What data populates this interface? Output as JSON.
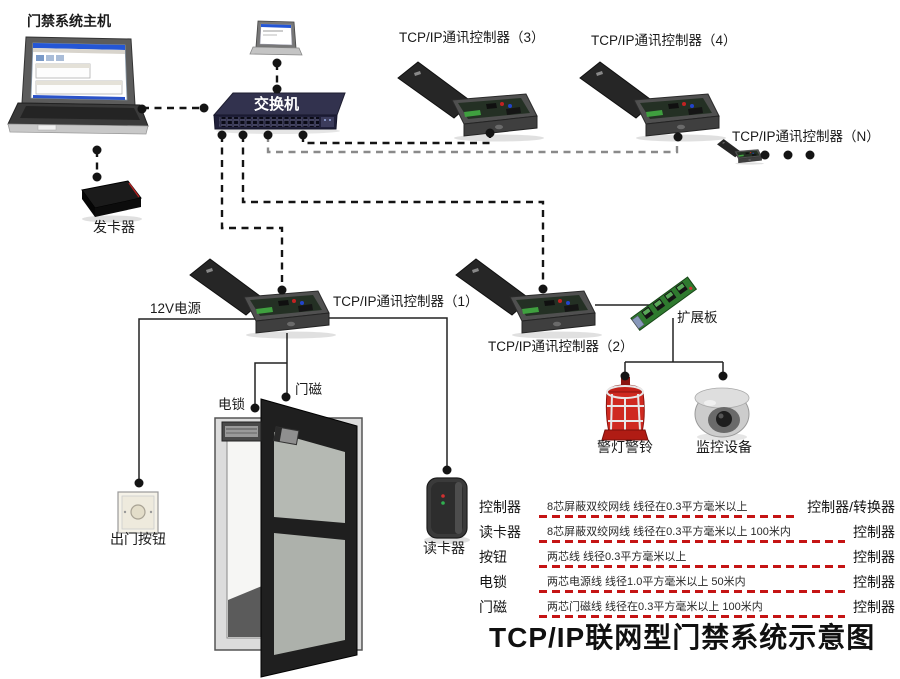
{
  "diagram": {
    "title": "TCP/IP联网型门禁系统示意图",
    "nodes": {
      "host_label": "门禁系统主机",
      "switch_label": "交换机",
      "card_issuer_label": "发卡器",
      "controller1_label": "TCP/IP通讯控制器（1）",
      "controller2_label": "TCP/IP通讯控制器（2）",
      "controller3_label": "TCP/IP通讯控制器（3）",
      "controller4_label": "TCP/IP通讯控制器（4）",
      "controllerN_label": "TCP/IP通讯控制器（N）",
      "power_label": "12V电源",
      "expansion_label": "扩展板",
      "lock_label": "电锁",
      "door_sensor_label": "门磁",
      "exit_button_label": "出门按钮",
      "reader_label": "读卡器",
      "alarm_label": "警灯警铃",
      "monitor_label": "监控设备"
    },
    "wiring_table": {
      "rows": [
        {
          "from": "控制器",
          "spec": "8芯屏蔽双绞网线  线径在0.3平方毫米以上",
          "to": "控制器/转换器"
        },
        {
          "from": "读卡器",
          "spec": "8芯屏蔽双绞网线  线径在0.3平方毫米以上  100米内",
          "to": "控制器"
        },
        {
          "from": "按钮",
          "spec": "两芯线  线径0.3平方毫米以上",
          "to": "控制器"
        },
        {
          "from": "电锁",
          "spec": "两芯电源线  线径1.0平方毫米以上  50米内",
          "to": "控制器"
        },
        {
          "from": "门磁",
          "spec": "两芯门磁线  线径在0.3平方毫米以上  100米内",
          "to": "控制器"
        }
      ]
    },
    "colors": {
      "red_dash": "#c51414",
      "line": "#141414",
      "gray_dash": "#8a8a8a",
      "switch_body": "#26263e",
      "beacon_red": "#cf2a20",
      "pcb_green": "#2f7a2f"
    }
  }
}
